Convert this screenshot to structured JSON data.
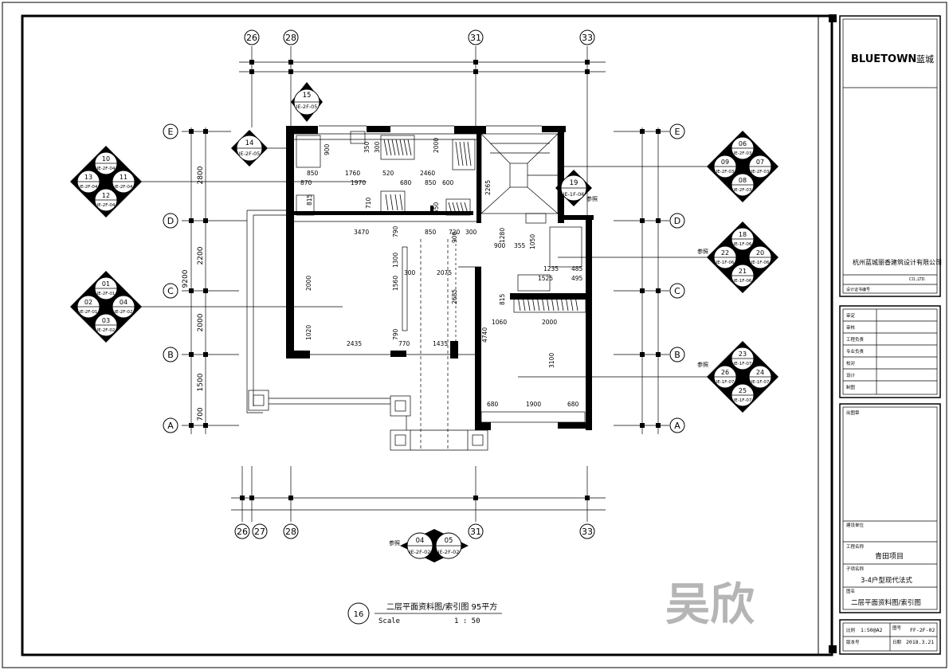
{
  "grid": {
    "top_cols": [
      "26",
      "28",
      "31",
      "33"
    ],
    "bottom_cols": [
      "26",
      "27",
      "28",
      "31",
      "33"
    ],
    "rows": [
      "E",
      "D",
      "C",
      "B",
      "A"
    ]
  },
  "dims": {
    "left_total": "9200",
    "left_parts": [
      "2800",
      "2200",
      "2000",
      "1500",
      "700"
    ],
    "interior": [
      "900",
      "350",
      "300",
      "2000",
      "815",
      "710",
      "550",
      "3470",
      "850",
      "900",
      "720",
      "300",
      "2000",
      "1560",
      "790",
      "300",
      "2075",
      "2685",
      "770",
      "1435",
      "2435",
      "1020",
      "790",
      "1280",
      "355",
      "900",
      "1050",
      "1235",
      "485",
      "495",
      "1525",
      "815",
      "1060",
      "2000",
      "3100",
      "680",
      "1900",
      "680",
      "4740",
      "1760",
      "1970",
      "2460",
      "850",
      "2265",
      "680",
      "850",
      "600",
      "520",
      "870",
      "1300"
    ]
  },
  "labels": {
    "ref_a": "参照",
    "ref_b": "参照",
    "ref_c": "参照",
    "ref_d": "参照"
  },
  "index_markers": [
    {
      "id": "15",
      "ref": "IE-2F-05"
    },
    {
      "id": "14",
      "ref": "IE-2F-05"
    },
    {
      "id": "19",
      "ref": "IE-1F-06"
    },
    {
      "id": "04",
      "ref": "IE-2F-02"
    },
    {
      "id": "05",
      "ref": "IE-2F-02"
    }
  ],
  "diamond_groups": [
    {
      "top": {
        "id": "10",
        "ref": "IE-2F-04"
      },
      "left": {
        "id": "13",
        "ref": "IE-2F-04"
      },
      "right": {
        "id": "11",
        "ref": "IE-2F-04"
      },
      "bottom": {
        "id": "12",
        "ref": "IE-2F-04"
      }
    },
    {
      "top": {
        "id": "01",
        "ref": "IE-2F-01"
      },
      "left": {
        "id": "02",
        "ref": "IE-2F-01"
      },
      "right": {
        "id": "04",
        "ref": "IE-2F-02"
      },
      "bottom": {
        "id": "03",
        "ref": "IE-2F-02"
      }
    },
    {
      "top": {
        "id": "06",
        "ref": "IE-2F-03"
      },
      "left": {
        "id": "09",
        "ref": "IE-2F-03"
      },
      "right": {
        "id": "07",
        "ref": "IE-2F-03"
      },
      "bottom": {
        "id": "08",
        "ref": "IE-2F-03"
      }
    },
    {
      "top": {
        "id": "18",
        "ref": "IE-1F-06"
      },
      "left": {
        "id": "22",
        "ref": "IE-1F-06"
      },
      "right": {
        "id": "20",
        "ref": "IE-1F-06"
      },
      "bottom": {
        "id": "21",
        "ref": "IE-1F-06"
      }
    },
    {
      "top": {
        "id": "23",
        "ref": "IE-1F-07"
      },
      "left": {
        "id": "26",
        "ref": "IE-1F-07"
      },
      "right": {
        "id": "24",
        "ref": "IE-1F-07"
      },
      "bottom": {
        "id": "25",
        "ref": "IE-1F-07"
      }
    }
  ],
  "drawing_title": {
    "number": "16",
    "title": "二层平面资料图/索引图  95平方",
    "scale_label": "Scale",
    "scale_value": "1 : 50"
  },
  "watermark": "吴欣",
  "title_block": {
    "brand_en": "BLUETOWN",
    "brand_cn": "蓝城",
    "company": "杭州蓝城丽香建筑设计有限公司",
    "company_en": "CO.,LTD.",
    "cert_label": "设计证书编号",
    "sign_rows": [
      "审定",
      "审核",
      "工程负责",
      "专业负责",
      "校对",
      "设计",
      "制图"
    ],
    "stamp_label": "出图章",
    "client_label": "建设单位",
    "project_label": "工程名称",
    "project_name": "青田项目",
    "item_label": "子项名称",
    "item_name": "3-4户型现代法式",
    "drawing_label": "图名",
    "drawing_name": "二层平面资料图/索引图",
    "ratio_label": "比例",
    "ratio_value": "1:50@A2",
    "sheet_label": "图号",
    "sheet_value": "FF-2F-02",
    "version_label": "版本号",
    "date_label": "日期",
    "date_value": "2018.3.21"
  }
}
